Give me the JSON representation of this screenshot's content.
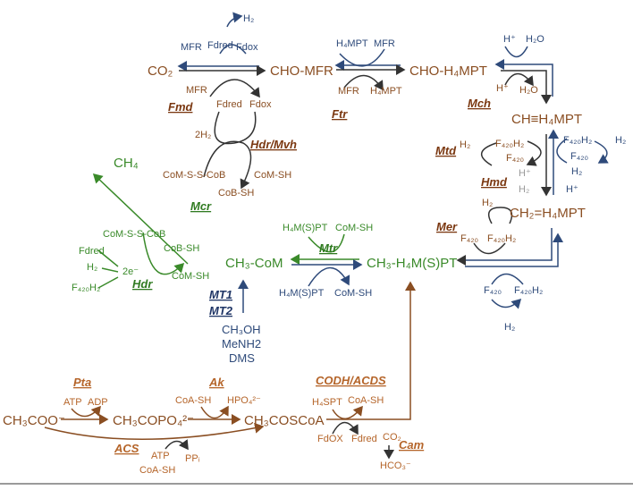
{
  "colors": {
    "brown": "#8a4e22",
    "blue": "#2e4a7a",
    "green": "#3a8a2a",
    "orange": "#b5652a"
  },
  "compounds": {
    "co2": "CO₂",
    "cho_mfr": "CHO-MFR",
    "cho_h4mpt": "CHO-H₄MPT",
    "ch_h4mpt": "CH≡H₄MPT",
    "ch2_h4mpt": "CH₂=H₄MPT",
    "ch3_h4mspt": "CH₃-H₄M(S)PT",
    "ch3_com": "CH₃-CoM",
    "ch4": "CH₄",
    "acetate": "CH₃COO⁻",
    "acetyl_phosphate": "CH₃COPO₄²⁻",
    "acetyl_coa": "CH₃COSCoA"
  },
  "enzymes": {
    "fmd": "Fmd",
    "ftr": "Ftr",
    "mch": "Mch",
    "hdr_mvh": "Hdr/Mvh",
    "mtd": "Mtd",
    "hmd": "Hmd",
    "mer": "Mer",
    "mcr": "Mcr",
    "mtr": "Mtr",
    "hdr": "Hdr",
    "mt1": "MT1",
    "mt2": "MT2",
    "pta": "Pta",
    "ak": "Ak",
    "codh": "CODH/ACDS",
    "acs": "ACS",
    "cam": "Cam"
  },
  "cofactors": {
    "fmd_h2": "H₂",
    "fmd_mfr_top": "MFR",
    "fmd_fdred_top": "Fdred",
    "fmd_fdox_top": "Fdox",
    "fmd_mfr_bot": "MFR",
    "fmd_fdred_bot": "Fdred",
    "fmd_fdox_bot": "Fdox",
    "hdr_2h2": "2H₂",
    "hdr_comsscob": "CoM-S-S-CoB",
    "hdr_comsh": "CoM-SH",
    "hdr_cobsh": "CoB-SH",
    "ftr_h4mpt_top": "H₄MPT",
    "ftr_mfr_top": "MFR",
    "ftr_mfr_bot": "MFR",
    "ftr_h4mpt_bot": "H₄MPT",
    "mch_h_top": "H⁺",
    "mch_h2o_top": "H₂O",
    "mch_h_bot": "H⁺",
    "mch_h2o_bot": "H₂O",
    "mtd_h2": "H₂",
    "mtd_f420h2": "F₄₂₀H₂",
    "mtd_f420": "F₄₂₀",
    "r_f420h2": "F₄₂₀H₂",
    "r_f420": "F₄₂₀",
    "r_h2": "H₂",
    "hmd_h_left": "H⁺",
    "hmd_h2_left": "H₂",
    "hmd_h2_right": "H₂",
    "hmd_h_right": "H⁺",
    "mer_h2": "H₂",
    "mer_f420": "F₄₂₀",
    "mer_f420h2": "F₄₂₀H₂",
    "rev_f420": "F₄₂₀",
    "rev_f420h2": "F₄₂₀H₂",
    "rev_h2": "H₂",
    "mcr_comsscob": "CoM-S-S-CoB",
    "mcr_cobsh": "CoB-SH",
    "mcr_comsh": "CoM-SH",
    "fdred": "Fdred",
    "h2": "H₂",
    "f420h2": "F₄₂₀H₂",
    "e2": "2e⁻",
    "mtr_h4mspt_top": "H₄M(S)PT",
    "mtr_comsh_top": "CoM-SH",
    "mtr_h4mspt_bot": "H₄M(S)PT",
    "mtr_comsh_bot": "CoM-SH",
    "ch3oh": "CH₃OH",
    "menh2": "MeNH2",
    "dms": "DMS",
    "pta_atp": "ATP",
    "pta_adp": "ADP",
    "ak_coash": "CoA-SH",
    "ak_hpo4": "HPO₄²⁻",
    "codh_h4spt": "H₄SPT",
    "codh_coash": "CoA-SH",
    "codh_fdox": "FdOX",
    "codh_fdred": "Fdred",
    "cam_co2": "CO₂",
    "cam_hco3": "HCO₃⁻",
    "acs_atp": "ATP",
    "acs_coash": "CoA-SH",
    "acs_ppi": "PPᵢ"
  }
}
